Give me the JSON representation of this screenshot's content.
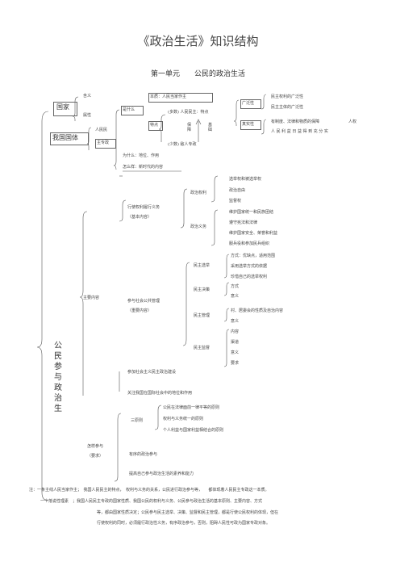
{
  "title": "《政治生活》知识结构",
  "unit_title": "第一单元　　公民的政治生活",
  "side_title": [
    "公",
    "民",
    "参",
    "与",
    "政",
    "治",
    "生"
  ],
  "top": {
    "guojia": "国家",
    "woguo_guoti": "我国国体",
    "hanyi": "含义",
    "shuxing": "属性",
    "renminmin": "人民民",
    "zhu_zhuanzheng": "主专政",
    "shishenme": "是什么",
    "benzhi": "本质：人民当家作主",
    "tedian": "特点",
    "duoshu": "(多数) 人民民主：特点",
    "guangfanxing": "广泛性",
    "zhenshixing": "真实性",
    "gf1": "民主权利的广泛性",
    "gf2": "民主主体的广泛性",
    "zs1": "有制度、法律和物质的保障",
    "zs_tail": "人权",
    "zs2": "人 民 利 益 日 益 得 到 充 分 实",
    "baozhang": "保障",
    "jichu": "基础",
    "shaoshu": "(少数) 敌人专政",
    "weishenme": "为什么：地位、作用",
    "zenmeyang": "怎么样：新时代的内容"
  },
  "middle": {
    "zhuyao_neirong": "主要内容",
    "xingshi": "行使权利履行义务",
    "jiben": "（基本内容）",
    "zhengzhi_quanli": "政治权利",
    "zq1": "选举权和被选举权",
    "zq2": "政治自由",
    "zq3": "监督权",
    "zhengzhi_yiwu": "政治义务",
    "zy1": "维护国家统一和民族团结",
    "zy2": "遵守宪法和法律",
    "zy3": "维护国家安全、荣誉和利益",
    "zy4": "服兵役和参加民兵组织",
    "canyu": "参与社会公共管理",
    "zhongyao": "（重要内容）",
    "minzhu_xuanju": "民主选举",
    "mx1": "方式：优缺点，适用范围",
    "mx2": "采用选举方式的依据",
    "mx3": "珍惜自己的选举权利",
    "minzhu_juece": "民主决策",
    "mj1": "方式",
    "mj2": "意义",
    "minzhu_guanli": "民主管理",
    "mg1": "村、居委会的性质及自治内容",
    "mg2": "意义",
    "minzhu_jiandu": "民主监督",
    "md1": "内容",
    "md2": "渠道",
    "md3": "意义",
    "md4": "要求",
    "jianshe": "参加社会主义民主政治建设",
    "guanzhu": "关注我国在国际社会中的地位和作用"
  },
  "bottom": {
    "zenyang": "怎样参与",
    "yaoqiu": "（要求）",
    "sange": "三原则",
    "sy1": "公民在法律面前一律平等的原则",
    "sy2": "权利与义务统一的原则",
    "sy3": "个人利益与国家利益相结合的原则",
    "youxu": "有序的政治参与",
    "tigao": "提高自己参与政治生活的素养和能力"
  },
  "notes": [
    "注：一条主线人民当家作主；　我国人民民主的特点，　权利与义务的关系，公民进行政治参与等，　　都体现着人民民主专政这一本质。",
    "一个落说性理素　；我国人民民主专政的国家性质、我国公民的权利与义务、公民参与政治生活的基本原则、主要内容、方式",
    "等，都由国家性质决定；公民参与民主选举、决策、监督和民主管理，都是行使公民权利的体现，但在",
    "行使权利的同时，必须履行政治性义务，有序政治参与，否则，阻碍人民性可政为国家专政对象。"
  ]
}
